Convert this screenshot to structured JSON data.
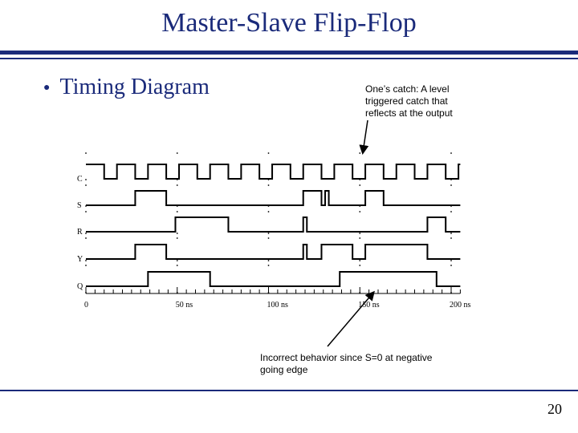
{
  "title": "Master-Slave Flip-Flop",
  "bullet": {
    "icon": "bullet-icon",
    "text": "Timing Diagram"
  },
  "annotations": {
    "top": "One’s catch: A level triggered catch that reflects at the output",
    "bottom": "Incorrect behavior since S=0 at negative going edge"
  },
  "page_number": "20",
  "signals": [
    {
      "label": "C",
      "transitions": [
        [
          0,
          1
        ],
        [
          10,
          0
        ],
        [
          17,
          1
        ],
        [
          27,
          0
        ],
        [
          34,
          1
        ],
        [
          44,
          0
        ],
        [
          51,
          1
        ],
        [
          61,
          0
        ],
        [
          68,
          1
        ],
        [
          78,
          0
        ],
        [
          85,
          1
        ],
        [
          95,
          0
        ],
        [
          102,
          1
        ],
        [
          112,
          0
        ],
        [
          119,
          1
        ],
        [
          129,
          0
        ],
        [
          136,
          1
        ],
        [
          146,
          0
        ],
        [
          153,
          1
        ],
        [
          163,
          0
        ],
        [
          170,
          1
        ],
        [
          180,
          0
        ],
        [
          187,
          1
        ],
        [
          197,
          0
        ],
        [
          204,
          1
        ]
      ]
    },
    {
      "label": "S",
      "transitions": [
        [
          0,
          0
        ],
        [
          27,
          1
        ],
        [
          44,
          0
        ],
        [
          119,
          1
        ],
        [
          129,
          0
        ],
        [
          131,
          1
        ],
        [
          133,
          0
        ],
        [
          153,
          1
        ],
        [
          163,
          0
        ]
      ]
    },
    {
      "label": "R",
      "transitions": [
        [
          0,
          0
        ],
        [
          49,
          1
        ],
        [
          78,
          0
        ],
        [
          119,
          1
        ],
        [
          121,
          0
        ],
        [
          187,
          1
        ],
        [
          197,
          0
        ]
      ]
    },
    {
      "label": "Y",
      "transitions": [
        [
          0,
          0
        ],
        [
          27,
          1
        ],
        [
          44,
          0
        ],
        [
          119,
          1
        ],
        [
          121,
          0
        ],
        [
          129,
          1
        ],
        [
          146,
          0
        ],
        [
          153,
          1
        ],
        [
          187,
          0
        ]
      ]
    },
    {
      "label": "Q",
      "transitions": [
        [
          0,
          0
        ],
        [
          34,
          1
        ],
        [
          68,
          0
        ],
        [
          139,
          1
        ],
        [
          192,
          0
        ]
      ]
    }
  ],
  "axis": {
    "ticks": [
      0,
      50,
      100,
      150,
      200
    ],
    "tick_labels": [
      "0",
      "50 ns",
      "100 ns",
      "150 ns",
      "200 ns"
    ],
    "max": 205
  }
}
